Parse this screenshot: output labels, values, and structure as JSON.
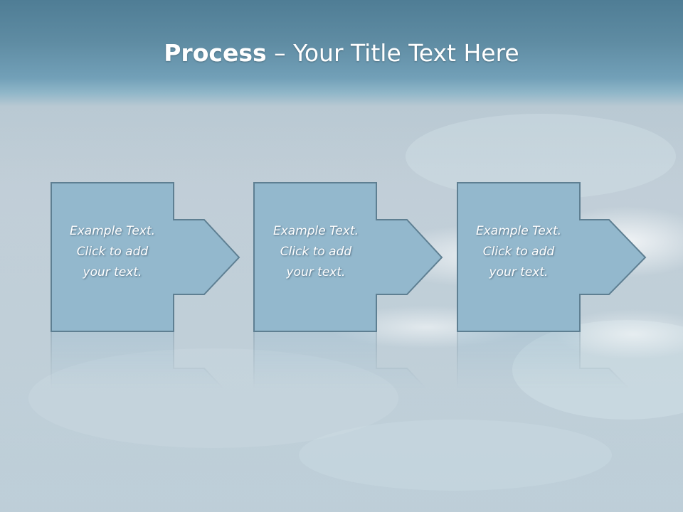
{
  "slide": {
    "title_bold": "Process",
    "title_rest": " – Your Title Text Here"
  },
  "steps": [
    {
      "lines": [
        "Example Text.",
        "Click  to add",
        "your text."
      ]
    },
    {
      "lines": [
        "Example Text.",
        "Click  to add",
        "your text."
      ]
    },
    {
      "lines": [
        "Example Text.",
        "Click  to add",
        "your text."
      ]
    }
  ],
  "colors": {
    "box_fill": "#93b8cd",
    "box_stroke": "#5e7f92",
    "text": "#ffffff"
  }
}
